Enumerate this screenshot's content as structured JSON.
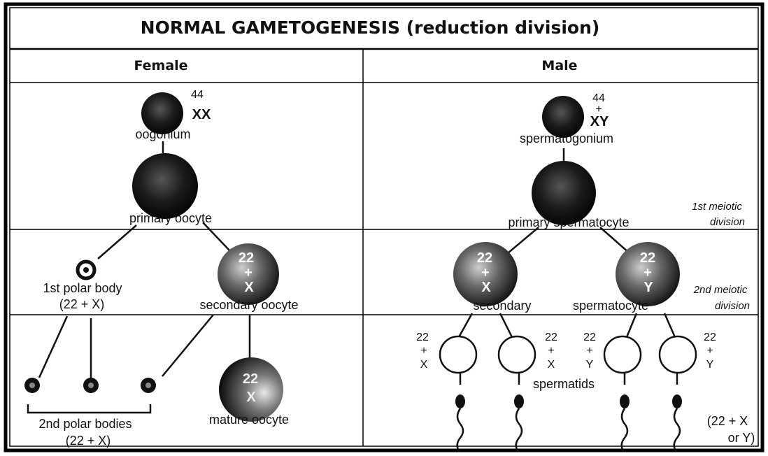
{
  "title": "NORMAL GAMETOGENESIS (reduction division)",
  "columns": {
    "female": "Female",
    "male": "Male"
  },
  "female": {
    "oogonium": {
      "label": "oogonium",
      "count": "44",
      "sex": "XX"
    },
    "primary": {
      "label": "primary oocyte"
    },
    "polar1": {
      "label": "1st polar body",
      "formula": "(22 + X)"
    },
    "secondary": {
      "label": "secondary oocyte",
      "top": "22",
      "mid": "+",
      "bot": "X"
    },
    "polar2": {
      "label": "2nd polar bodies",
      "formula": "(22 + X)"
    },
    "mature": {
      "label": "mature oocyte",
      "top": "22",
      "bot": "X"
    }
  },
  "male": {
    "spermatogonium": {
      "label": "spermatogonium",
      "count": "44",
      "plus": "+",
      "sex": "XY"
    },
    "primary": {
      "label": "primary spermatocyte"
    },
    "secondary": {
      "label_a": "secondary",
      "label_b": "spermatocyte",
      "top": "22",
      "mid": "+",
      "bot_a": "X",
      "bot_b": "Y"
    },
    "spermatids": {
      "label": "spermatids",
      "items": [
        {
          "n": "22",
          "p": "+",
          "s": "X"
        },
        {
          "n": "22",
          "p": "+",
          "s": "X"
        },
        {
          "n": "22",
          "p": "+",
          "s": "Y"
        },
        {
          "n": "22",
          "p": "+",
          "s": "Y"
        }
      ]
    },
    "sperm_formula_a": "(22 + X",
    "sperm_formula_b": "or Y)"
  },
  "side": {
    "first_a": "1st meiotic",
    "first_b": "division",
    "second_a": "2nd meiotic",
    "second_b": "division"
  }
}
